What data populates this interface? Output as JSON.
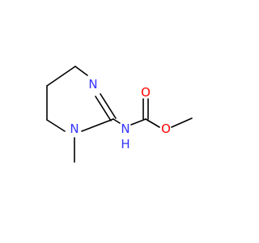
{
  "colors": {
    "background": "#ffffff",
    "bond": "#000000",
    "nitrogen": "#3333ff",
    "oxygen": "#ff0000"
  },
  "atoms": [
    {
      "id": "n-ring-top",
      "element": "N",
      "label": "N",
      "color_key": "nitrogen"
    },
    {
      "id": "n-ring-methyl",
      "element": "N",
      "label": "N",
      "color_key": "nitrogen"
    },
    {
      "id": "n-carbamate",
      "element": "N",
      "label": "N",
      "color_key": "nitrogen"
    },
    {
      "id": "h-carbamate",
      "element": "H",
      "label": "H",
      "color_key": "nitrogen"
    },
    {
      "id": "o-carbonyl",
      "element": "O",
      "label": "O",
      "color_key": "oxygen"
    },
    {
      "id": "o-ester",
      "element": "O",
      "label": "O",
      "color_key": "oxygen"
    }
  ]
}
